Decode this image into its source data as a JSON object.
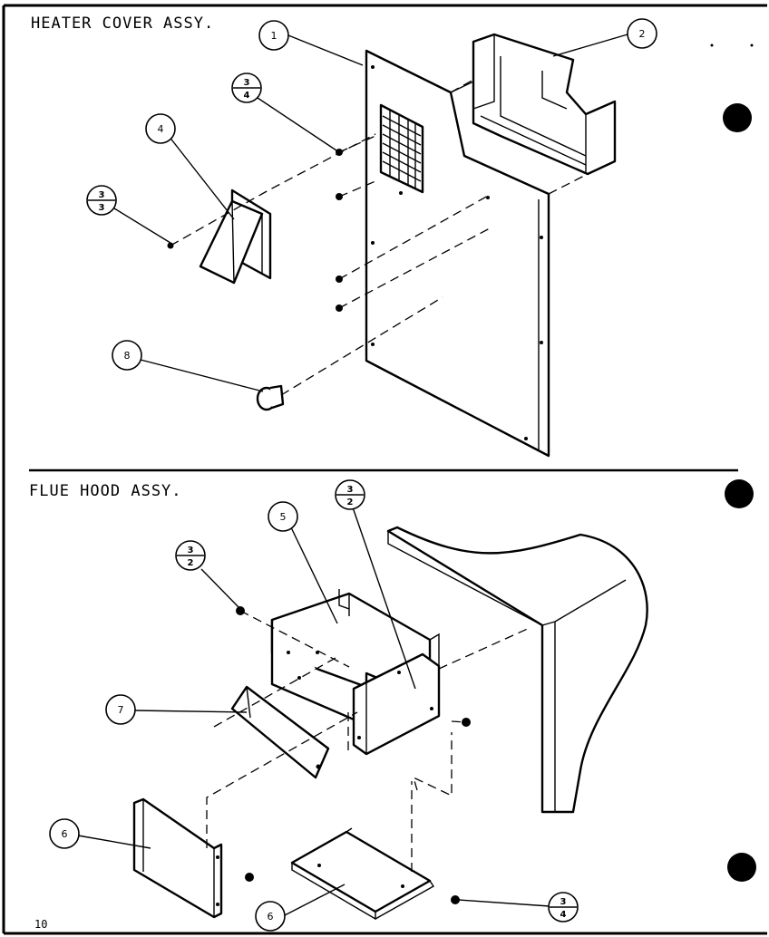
{
  "sections": {
    "heater": {
      "title": "HEATER COVER ASSY."
    },
    "flue": {
      "title": "FLUE HOOD ASSY."
    }
  },
  "callouts": {
    "c1": "1",
    "c2": "2",
    "c4": "4",
    "c8": "8",
    "c5": "5",
    "c7": "7",
    "c6a": "6",
    "c6b": "6",
    "f34a": {
      "top": "3",
      "bottom": "4"
    },
    "f33": {
      "top": "3",
      "bottom": "3"
    },
    "f32a": {
      "top": "3",
      "bottom": "2"
    },
    "f32b": {
      "top": "3",
      "bottom": "2"
    },
    "f34b": {
      "top": "3",
      "bottom": "4"
    }
  },
  "page_number": "10"
}
